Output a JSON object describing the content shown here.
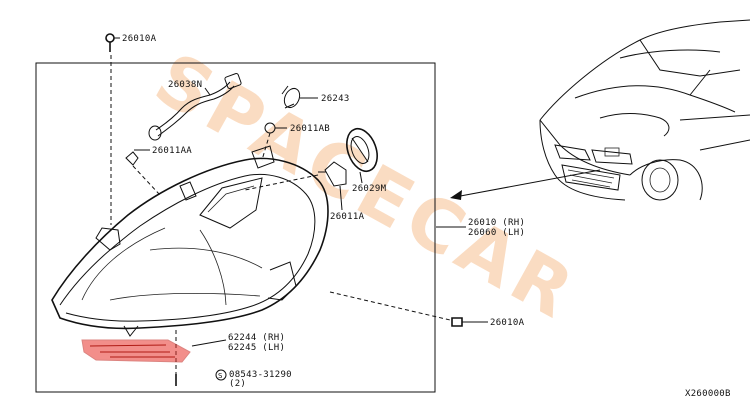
{
  "labels": {
    "screw_top": "26010A",
    "harness": "26038N",
    "bulb_socket": "26243",
    "cap_small": "26011AB",
    "socket_left": "26011AA",
    "cap_large": "26029M",
    "bulb_main": "26011A",
    "assy_line1": "26010 (RH)",
    "assy_line2": "26060 (LH)",
    "screw_right": "26010A",
    "bracket_line1": "62244 (RH)",
    "bracket_line2": "62245 (LH)",
    "bolt_line1": "08543-31290",
    "bolt_line2": "(2)",
    "diagram_code": "X260000B"
  },
  "watermark": {
    "text": "SPACECAR",
    "color": "#f6b37a"
  },
  "colors": {
    "ink": "#111111",
    "highlight": "#e8332b"
  }
}
